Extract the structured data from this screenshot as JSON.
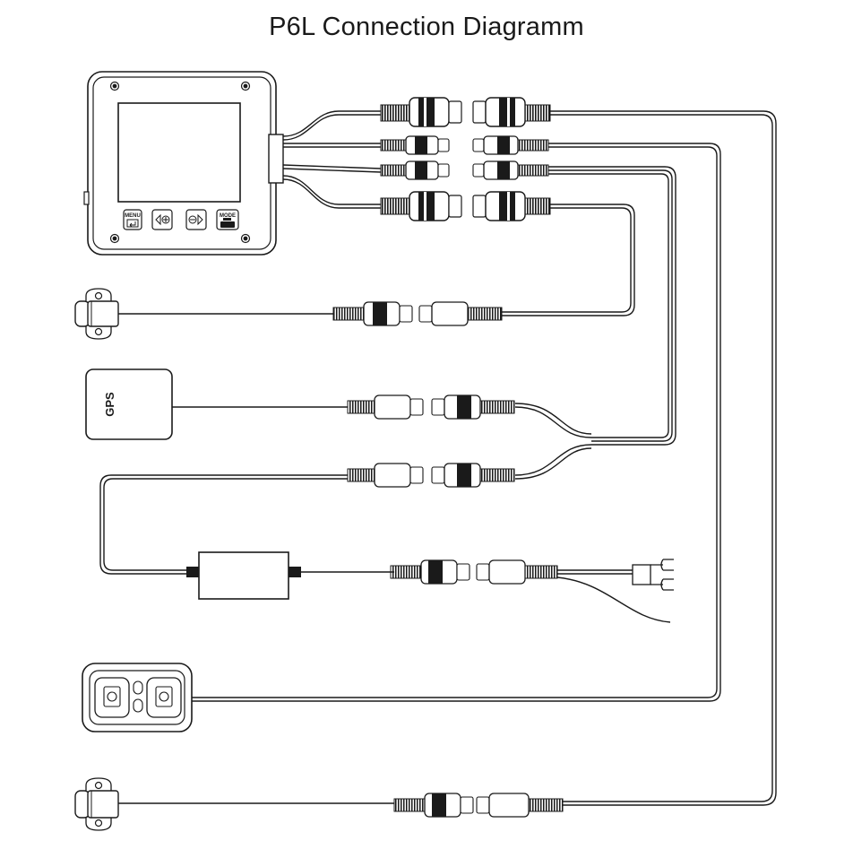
{
  "title": "P6L Connection Diagramm",
  "device": {
    "buttons": {
      "menu_top": "MENU",
      "mode_top": "MODE"
    }
  },
  "gps_label": "GPS",
  "colors": {
    "line": "#1a1a1a",
    "background": "#ffffff"
  },
  "icons": [
    "camera-icon",
    "gps-icon",
    "remote-button-icon",
    "power-box-icon",
    "fork-terminal-icon"
  ]
}
